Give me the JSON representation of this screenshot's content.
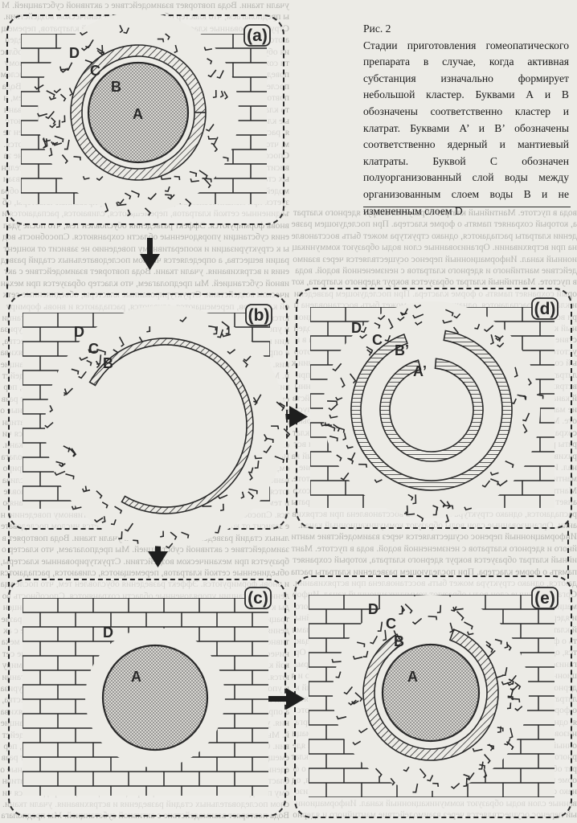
{
  "background_text": {
    "left": "учали ткани. Вода повторяет взаимодействие с активной субстанцией. Мы предполагаем, что кластер образуется при механическом воздействии. Структурированные кластеры, объединенные сеткой клатратов, перемещаются, сливаются, распадаются и вновь формируются. Эффект разведения обусловлен тем, что после удаления субстанции упорядоченные области сохраняются. Способность воды к структуризации и кооперативному поведению не зависит от концентрации вещества, а определяется числом последовательных стадий разведения и встряхивания. ",
    "right": "вода в пустоте. Мантийный клатрат образуется вокруг ядерного клатрата, который сохраняет память о форме кластера. При последующем разведении клатраты распадаются, однако структура может быть восстановлена при встряхивании. Организованные слои воды образуют коммуникационный канал. Информационный перенос осуществляется через взаимодействие мантийного и ядерного клатратов с неизмененной водой. "
  },
  "caption": {
    "title": "Рис. 2",
    "text": "Стадии приготовления гомеопатического препарата в случае, когда активная субстанция изначально формирует небольшой кластер. Буквами А и В обозначены соответственно кластер и клатрат. Буквами А’ и В’ обозначены соответственно ядерный и мантиевый клатраты. Буквой С обозначен полуорганизованный слой воды между организованным слоем воды В и не измененным слоем D"
  },
  "panels": {
    "a": {
      "tag": "a",
      "labels": {
        "A": "A",
        "B": "B",
        "C": "C",
        "D": "D"
      }
    },
    "b": {
      "tag": "b",
      "labels": {
        "B": "B",
        "C": "C",
        "D": "D"
      }
    },
    "c": {
      "tag": "c",
      "labels": {
        "A": "A",
        "D": "D"
      }
    },
    "d": {
      "tag": "d",
      "labels": {
        "A": "A’",
        "B": "B’",
        "C": "C",
        "D": "D"
      }
    },
    "e": {
      "tag": "e",
      "labels": {
        "A": "A",
        "B": "B",
        "C": "C",
        "D": "D"
      }
    }
  },
  "colors": {
    "ink": "#2a2a2a",
    "paper": "#ecebe6",
    "dots": "#6d6d6d"
  }
}
